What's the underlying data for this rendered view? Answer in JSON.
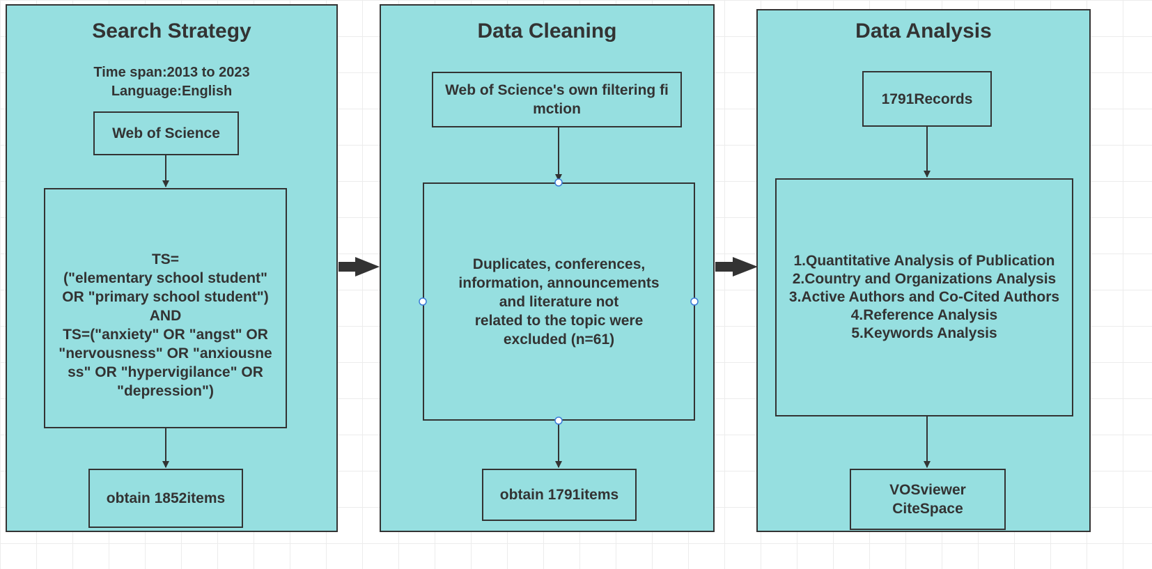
{
  "panels": [
    {
      "title": "Search Strategy",
      "meta_lines": [
        "Time span:2013 to 2023",
        "Language:English"
      ],
      "box1": "Web of Science",
      "box2": "TS=\n(\"elementary school student\"\nOR \"primary school student\")\nAND\nTS=(\"anxiety\" OR \"angst\" OR\n\"nervousness\" OR \"anxiousne\nss\" OR \"hypervigilance\" OR\n\"depression\")",
      "box3": "obtain 1852items"
    },
    {
      "title": "Data Cleaning",
      "box1": "Web of Science's own filtering fi\nmction",
      "box2": "Duplicates, conferences,\ninformation, announcements\nand literature not\nrelated to the topic were\nexcluded (n=61)",
      "box3": "obtain 1791items"
    },
    {
      "title": "Data Analysis",
      "box1": "1791Records",
      "box2": "1.Quantitative Analysis of Publication\n2.Country and Organizations Analysis\n3.Active Authors and Co-Cited Authors\n4.Reference Analysis\n5.Keywords Analysis",
      "box3": "VOSviewer\nCiteSpace"
    }
  ],
  "colors": {
    "fill": "#96dfe0",
    "stroke": "#333333",
    "handle_fill": "#ffffff",
    "handle_stroke": "#3b7bd9"
  }
}
